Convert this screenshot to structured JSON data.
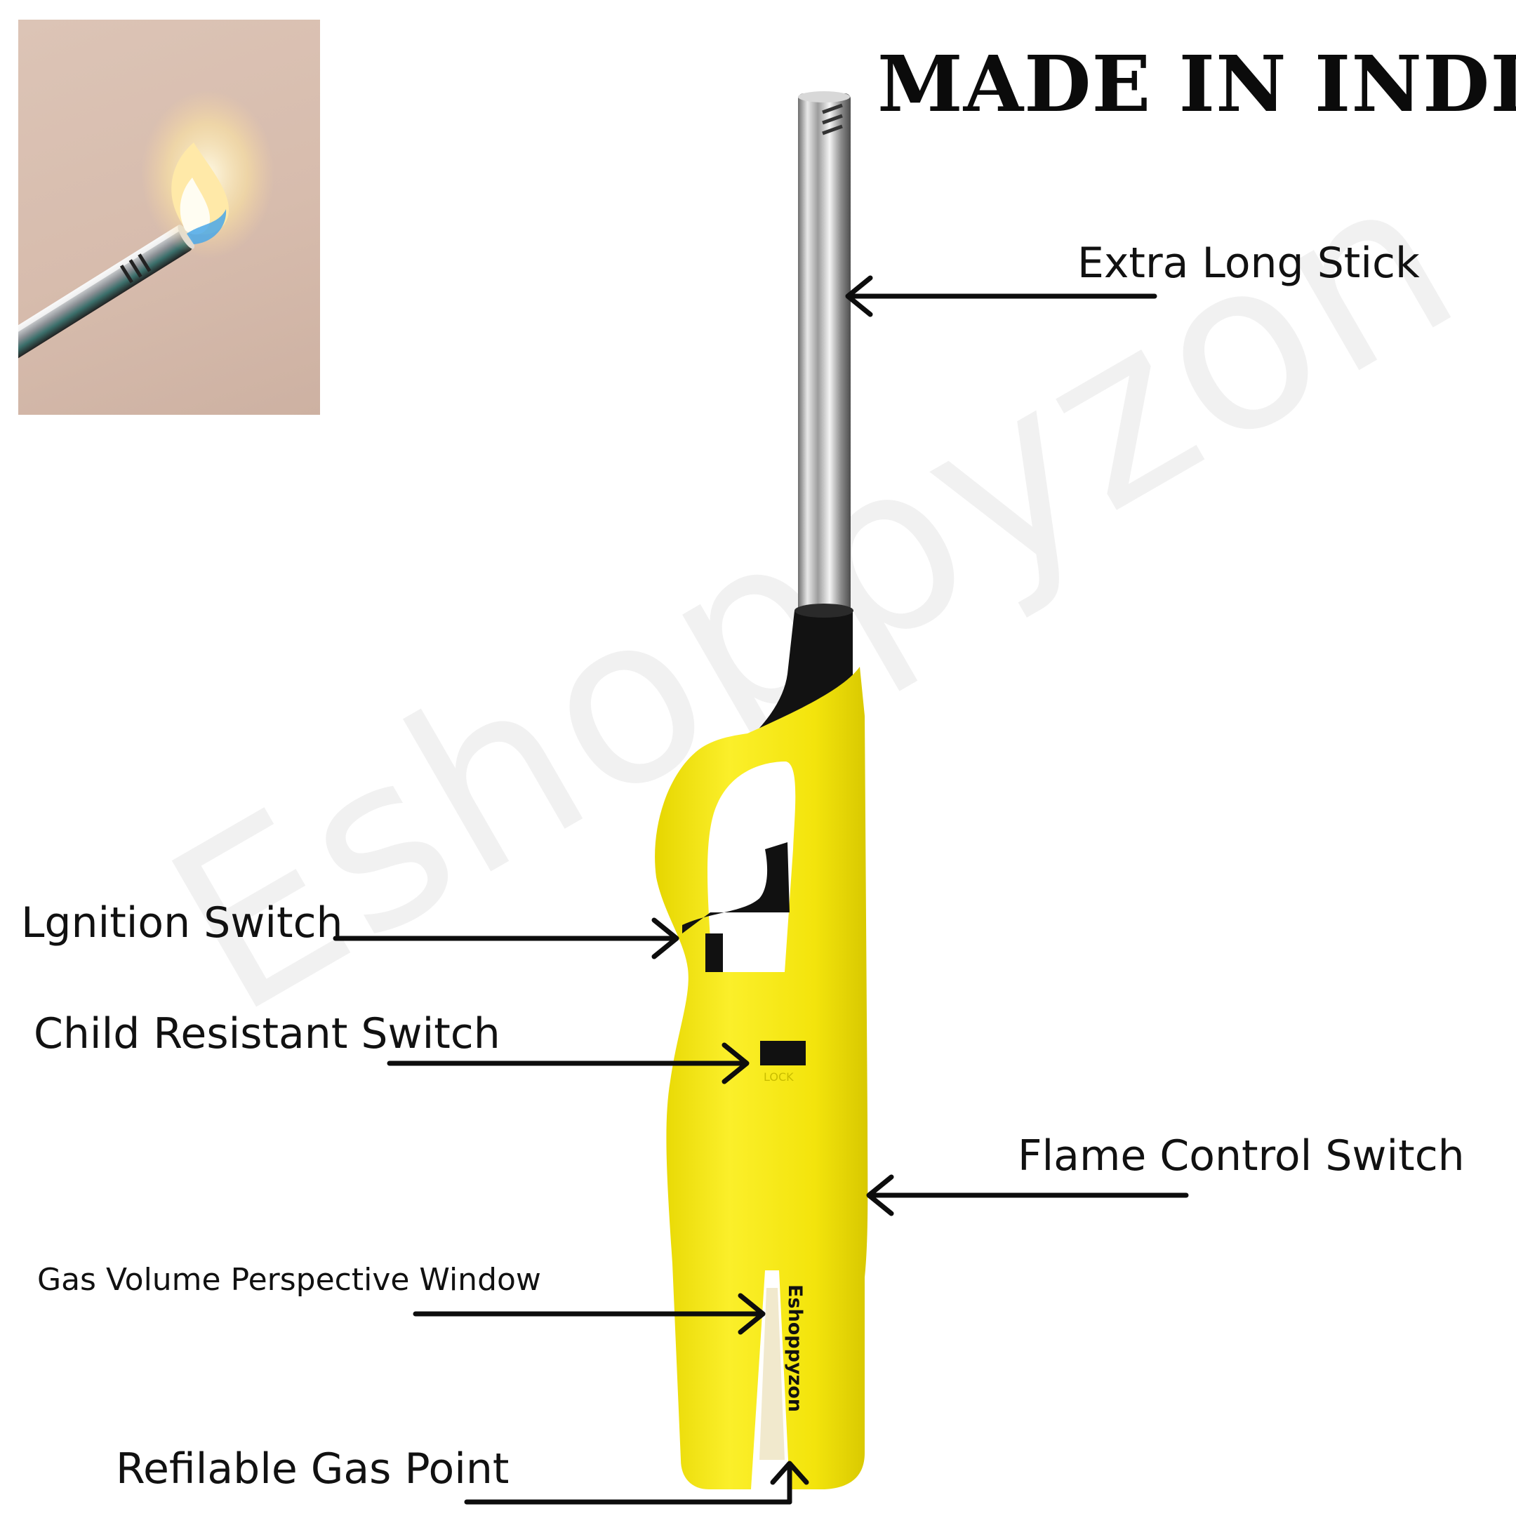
{
  "headline": "MADE IN INDIA",
  "watermark": "Eshoppyzon",
  "product": {
    "brand_on_body": "Eshoppyzon",
    "lock_marking": "LOCK"
  },
  "labels": {
    "extra_long_stick": "Extra Long Stick",
    "ignition_switch": "Lgnition Switch",
    "child_resistant_switch": "Child Resistant Switch",
    "flame_control_switch": "Flame Control Switch",
    "gas_volume_window": "Gas Volume Perspective Window",
    "refilable_gas_point": "Refilable Gas Point"
  },
  "colors": {
    "body_yellow": "#f5e60f",
    "black_part": "#111111",
    "metal": "#c8c8c8",
    "inset_background": "#d8beb0",
    "flame": "#ffe7a0"
  }
}
